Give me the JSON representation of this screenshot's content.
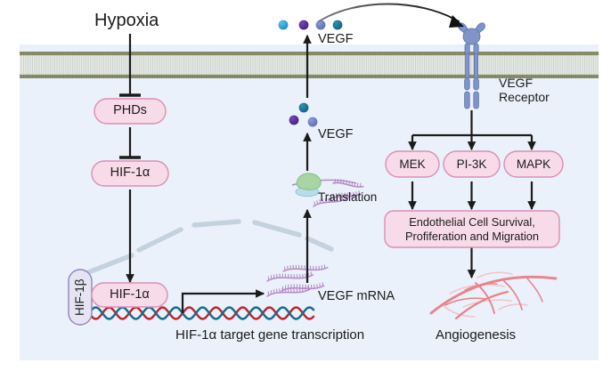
{
  "diagram": {
    "title_absent": true,
    "background": {
      "outer": "#ffffff",
      "cell_interior": "#eaf1fa",
      "membrane_head": "#8a8f6a",
      "membrane_tail": "#dfe3e0"
    },
    "palette": {
      "node_fill": "#f8dbe8",
      "node_stroke": "#d98fb4",
      "hif1b_fill": "#e6e4f2",
      "hif1b_stroke": "#8d86b8",
      "arrow": "#1b1b1b",
      "dna_strand_a": "#c0252f",
      "dna_strand_b": "#1a6b8c",
      "mrna": "#b48ac4",
      "vessel": "#e8848a",
      "receptor": "#7f95c9",
      "nucleus_edge": "#c3d2de",
      "ribosome_large": "#a8d5a2",
      "ribosome_small": "#b8dce8"
    },
    "stimulus": {
      "label": "Hypoxia"
    },
    "nodes": [
      {
        "id": "phds",
        "label": "PHDs"
      },
      {
        "id": "hif1a_cyto",
        "label": "HIF-1α"
      },
      {
        "id": "hif1b",
        "label": "HIF-1β"
      },
      {
        "id": "hif1a_dna",
        "label": "HIF-1α"
      },
      {
        "id": "mek",
        "label": "MEK"
      },
      {
        "id": "pi3k",
        "label": "PI-3K"
      },
      {
        "id": "mapk",
        "label": "MAPK"
      },
      {
        "id": "outcome",
        "label": "Endothelial Cell Survival,\nProfiferation and Migration"
      }
    ],
    "labels": [
      {
        "id": "vegf_out",
        "text": "VEGF"
      },
      {
        "id": "vegf_in",
        "text": "VEGF"
      },
      {
        "id": "vegf_receptor",
        "text": "VEGF\nReceptor"
      },
      {
        "id": "translation",
        "text": "Translation"
      },
      {
        "id": "vegf_mrna",
        "text": "VEGF mRNA"
      },
      {
        "id": "transcription",
        "text": "HIF-1α target gene transcription"
      },
      {
        "id": "angiogenesis",
        "text": "Angiogenesis"
      }
    ],
    "edges": [
      {
        "from": "Hypoxia",
        "to": "PHDs",
        "type": "inhibition"
      },
      {
        "from": "PHDs",
        "to": "HIF-1α",
        "type": "inhibition"
      },
      {
        "from": "HIF-1α",
        "to": "HIF-1α/HIF-1β on DNA",
        "type": "arrow"
      },
      {
        "from": "DNA",
        "to": "VEGF mRNA",
        "type": "arrow"
      },
      {
        "from": "VEGF mRNA",
        "to": "Translation",
        "type": "arrow"
      },
      {
        "from": "Translation",
        "to": "VEGF (intracellular)",
        "type": "arrow"
      },
      {
        "from": "VEGF (intracellular)",
        "to": "VEGF (extracellular)",
        "type": "arrow"
      },
      {
        "from": "VEGF (extracellular)",
        "to": "VEGF Receptor",
        "type": "curved-arrow"
      },
      {
        "from": "VEGF Receptor",
        "to": "MEK",
        "type": "arrow"
      },
      {
        "from": "VEGF Receptor",
        "to": "PI-3K",
        "type": "arrow"
      },
      {
        "from": "VEGF Receptor",
        "to": "MAPK",
        "type": "arrow"
      },
      {
        "from": "MEK",
        "to": "Endothelial Cell Survival, Profiferation and Migration",
        "type": "arrow"
      },
      {
        "from": "PI-3K",
        "to": "Endothelial Cell Survival, Profiferation and Migration",
        "type": "arrow"
      },
      {
        "from": "MAPK",
        "to": "Endothelial Cell Survival, Profiferation and Migration",
        "type": "arrow"
      },
      {
        "from": "Endothelial Cell Survival, Profiferation and Migration",
        "to": "Angiogenesis",
        "type": "arrow"
      }
    ],
    "vegf_dots_extracellular": [
      "#2196c9",
      "#512a8c",
      "#6c78c0",
      "#1a6b8c"
    ],
    "vegf_dots_intracellular": [
      "#1a6b8c",
      "#512a8c",
      "#6c78c0"
    ]
  }
}
